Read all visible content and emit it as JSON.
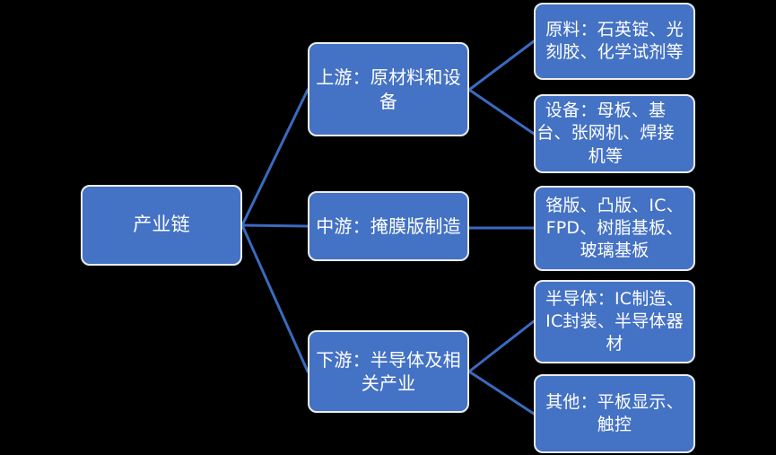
{
  "diagram": {
    "title": "产业链",
    "background_color": "#000000",
    "node_fill_color": "#4472C4",
    "node_border_color": "#EDEDED",
    "node_text_color": "#FFFFFF",
    "connector_color": "#3A6AC0",
    "root": {
      "id": "root",
      "label": "产业链"
    },
    "levels": [
      {
        "id": "upstream",
        "label": "上游：原材料和设备",
        "children": [
          {
            "id": "raw-materials",
            "label": "原料：石英锭、光刻胶、化学试剂等"
          },
          {
            "id": "equipment",
            "label": "设备：母板、基台、张网机、焊接机等"
          }
        ]
      },
      {
        "id": "midstream",
        "label": "中游：掩膜版制造",
        "children": [
          {
            "id": "mask-products",
            "label": "铬版、凸版、IC、FPD、树脂基板、玻璃基板"
          }
        ]
      },
      {
        "id": "downstream",
        "label": "下游：半导体及相关产业",
        "children": [
          {
            "id": "semiconductor",
            "label": "半导体：IC制造、IC封装、半导体器材"
          },
          {
            "id": "other",
            "label": "其他：平板显示、触控"
          }
        ]
      }
    ],
    "connectors": [
      {
        "id": "root-to-upstream",
        "from": "root",
        "to": "upstream"
      },
      {
        "id": "root-to-midstream",
        "from": "root",
        "to": "midstream"
      },
      {
        "id": "root-to-downstream",
        "from": "root",
        "to": "downstream"
      },
      {
        "id": "upstream-to-raw-materials",
        "from": "upstream",
        "to": "raw-materials"
      },
      {
        "id": "upstream-to-equipment",
        "from": "upstream",
        "to": "equipment"
      },
      {
        "id": "midstream-to-mask-products",
        "from": "midstream",
        "to": "mask-products"
      },
      {
        "id": "downstream-to-semiconductor",
        "from": "downstream",
        "to": "semiconductor"
      },
      {
        "id": "downstream-to-other",
        "from": "downstream",
        "to": "other"
      }
    ]
  }
}
